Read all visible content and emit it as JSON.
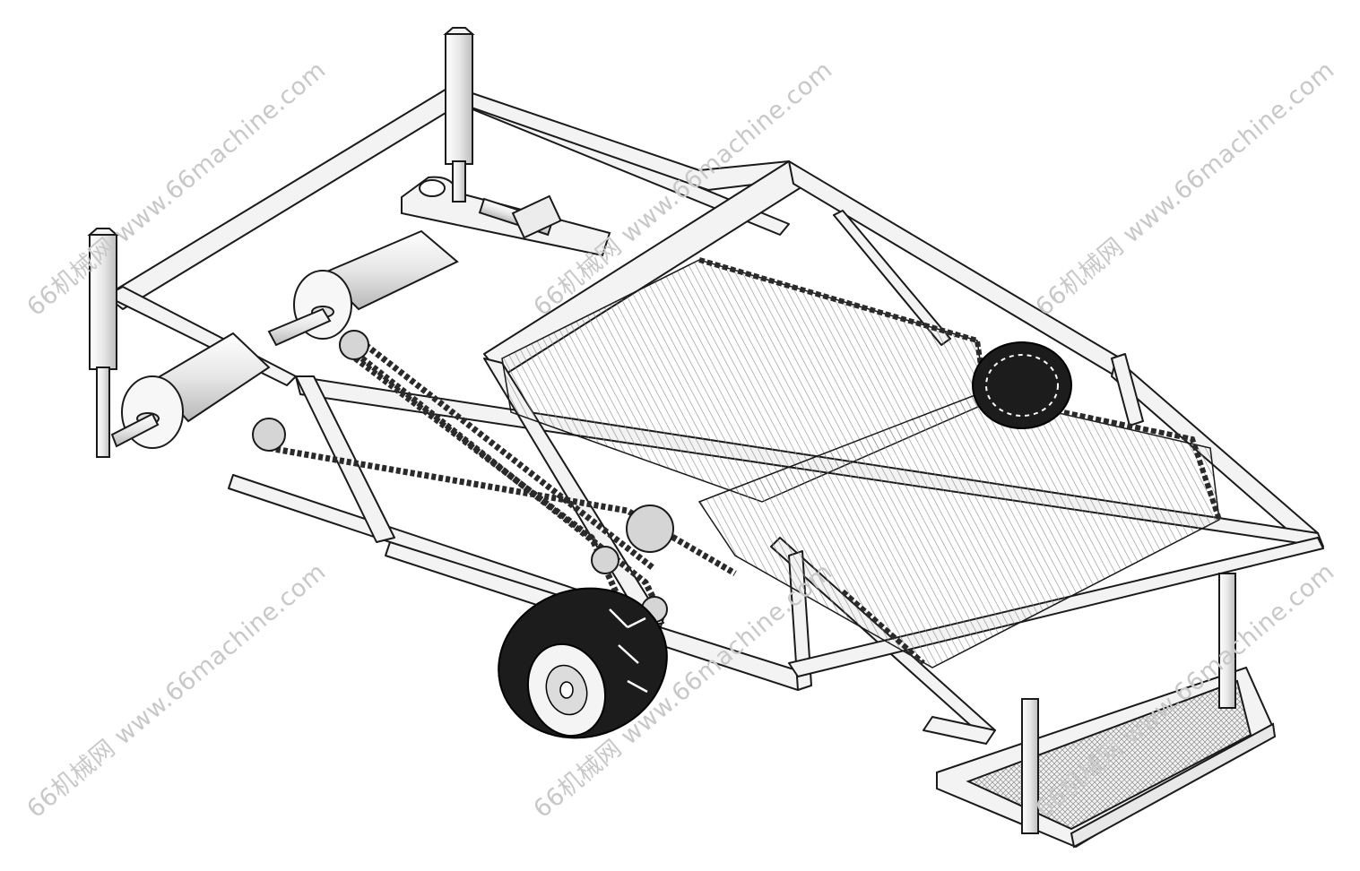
{
  "watermark": {
    "text": "66机械网 www.66machine.com",
    "color": "#c8c8c8"
  },
  "palette": {
    "stroke": "#1a1a1a",
    "frame_fill": "#f3f3f3",
    "frame_shade": "#d9d9d9",
    "tire": "#1c1c1c",
    "chain": "#3a3a3a",
    "mesh": "#b5b5b5"
  },
  "parts": {
    "frame": "frame",
    "conveyor_upper": "conveyor-belt-upper",
    "conveyor_lower": "conveyor-belt-lower",
    "chain_drive": "chain-drive",
    "front_wheel": "wheel-front",
    "rear_wheel": "wheel-rear",
    "hydraulic_cylinder": "hydraulic-cylinder",
    "motor_left": "motor-left",
    "motor_right": "motor-right",
    "posts": "vertical-posts",
    "collector_tray": "collector-tray"
  }
}
